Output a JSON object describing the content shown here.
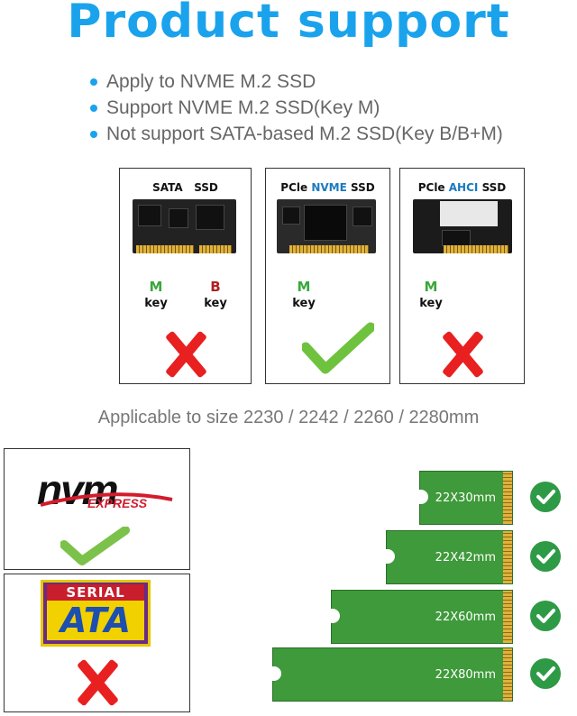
{
  "title": "Product support",
  "bullets": [
    "Apply to NVME M.2 SSD",
    "Support NVME M.2 SSD(Key M)",
    "Not support SATA-based M.2 SSD(Key B/B+M)"
  ],
  "cards": [
    {
      "title_a": "SATA",
      "title_b": "SSD",
      "keys": [
        {
          "letter": "M",
          "word": "key"
        },
        {
          "letter": "B",
          "word": "key"
        }
      ]
    },
    {
      "title_a": "PCle",
      "title_hl": "NVME",
      "title_b": "SSD",
      "keys": [
        {
          "letter": "M",
          "word": "key"
        }
      ]
    },
    {
      "title_a": "PCle",
      "title_hl": "AHCI",
      "title_b": "SSD",
      "keys": [
        {
          "letter": "M",
          "word": "key"
        }
      ]
    }
  ],
  "applicable": "Applicable to size 2230 / 2242 / 2260 / 2280mm",
  "logos": {
    "nvm": "nvm",
    "express": "EXPRESS",
    "serial": "SERIAL",
    "ata": "ATA"
  },
  "sizes": [
    "22X30mm",
    "22X42mm",
    "22X60mm",
    "22X80mm"
  ],
  "colors": {
    "accent": "#1aa3ec",
    "check_green": "#6fc23e",
    "cross_red": "#e82020",
    "pcb_green": "#3e9a3a"
  }
}
